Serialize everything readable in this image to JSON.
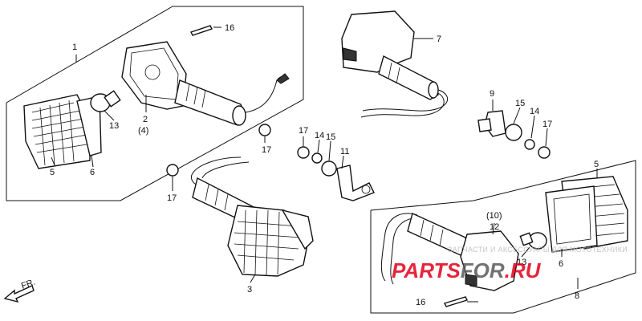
{
  "diagram": {
    "part_numbers": [
      "1",
      "2",
      "(4)",
      "3",
      "5",
      "6",
      "7",
      "8",
      "9",
      "(10)",
      "11",
      "12",
      "13",
      "14",
      "15",
      "16",
      "17"
    ],
    "direction_label": "FR.",
    "watermark": {
      "line1": "ЗАПЧАСТИ И АКСЕССУАРЫ ДЛЯ МОТОТЕХНИКИ",
      "brand_a": "PARTS",
      "brand_b": "FOR",
      "brand_c": ".RU"
    },
    "colors": {
      "brand_red": "#e2001a",
      "brand_dark": "#5a5a5a",
      "line": "#111111"
    }
  }
}
